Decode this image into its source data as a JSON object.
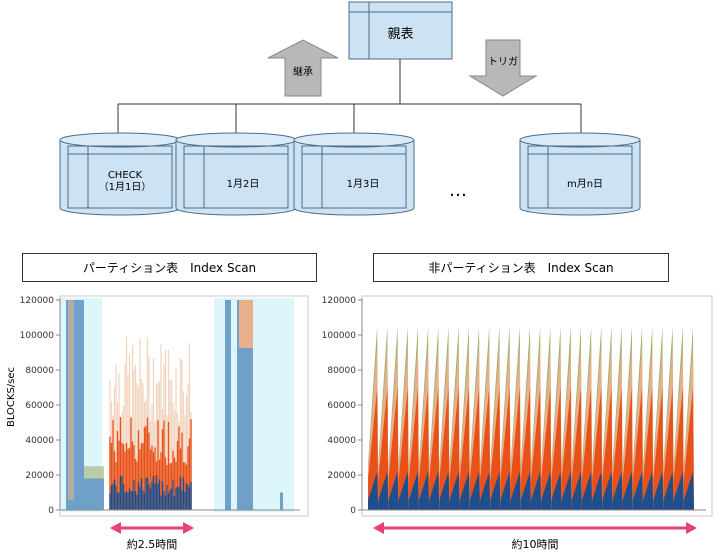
{
  "diagram": {
    "parent_table": "親表",
    "inherit_label": "継承",
    "trigger_label": "トリガ",
    "partitions": [
      "CHECK\n（1月1日）",
      "1月2日",
      "1月3日",
      "m月n日"
    ],
    "ellipsis": "…"
  },
  "charts": [
    {
      "title": "パーティション表　Index Scan",
      "ylabel": "BLOCKS/sec",
      "duration": "約2.5時間"
    },
    {
      "title": "非パーティション表　Index Scan",
      "duration": "約10時間"
    }
  ],
  "chart_data": [
    {
      "type": "area",
      "title": "パーティション表　Index Scan",
      "ylabel": "BLOCKS/sec",
      "ylim": [
        0,
        120000
      ],
      "yticks": [
        0,
        20000,
        40000,
        60000,
        80000,
        100000,
        120000
      ],
      "grid": false,
      "colors": [
        "#1f4e8c",
        "#e8521a",
        "#e8b08a",
        "#9fb070",
        "#6fa0c8"
      ],
      "annotation": "約2.5時間"
    },
    {
      "type": "area",
      "title": "非パーティション表　Index Scan",
      "ylim": [
        0,
        120000
      ],
      "yticks": [
        0,
        20000,
        40000,
        60000,
        80000,
        100000,
        120000
      ],
      "grid": false,
      "colors": [
        "#1f4e8c",
        "#e8521a",
        "#e8b08a",
        "#9fb070"
      ],
      "annotation": "約10時間"
    }
  ]
}
